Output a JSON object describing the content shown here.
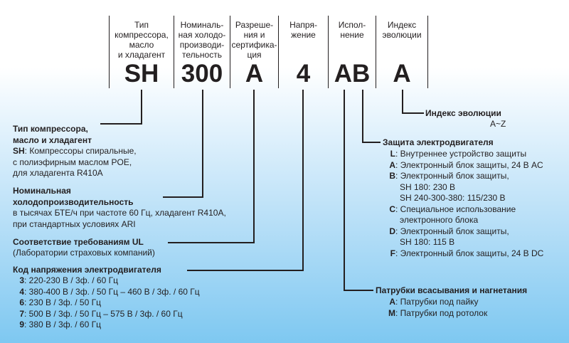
{
  "header": {
    "columns": [
      {
        "label_lines": [
          "Тип",
          "компрессора,",
          "масло",
          "и хладагент"
        ],
        "code": "SH"
      },
      {
        "label_lines": [
          "Номиналь-",
          "ная холодо-",
          "производи-",
          "тельность"
        ],
        "code": "300"
      },
      {
        "label_lines": [
          "Разреше-",
          "ния и",
          "сертифика-",
          "ция"
        ],
        "code": "A"
      },
      {
        "label_lines": [
          "Напря-",
          "жение"
        ],
        "code": "4"
      },
      {
        "label_lines": [
          "Испол-",
          "нение"
        ],
        "code": "AB"
      },
      {
        "label_lines": [
          "Индекс",
          "эволюции"
        ],
        "code": "A"
      }
    ]
  },
  "left": {
    "compressor": {
      "title_lines": [
        "Тип компрессора,",
        "масло и хладагент"
      ],
      "key": "SH",
      "desc_lines": [
        ": Компрессоры спиральные,",
        "с полиэфирным маслом POE,",
        "для хладагента R410A"
      ]
    },
    "capacity": {
      "title_lines": [
        "Номинальная",
        "холодопроизводительность"
      ],
      "desc_lines": [
        "в тысячах БТЕ/ч при частоте 60 Гц, хладагент R410A,",
        "при стандартных условиях ARI"
      ]
    },
    "ul": {
      "title": "Соответствие требованиям UL",
      "desc": "(Лаборатории страховых компаний)"
    },
    "voltage": {
      "title": "Код напряжения электродвигателя",
      "items": [
        {
          "key": "3",
          "text": ": 220-230 В / 3ф. / 60 Гц"
        },
        {
          "key": "4",
          "text": ": 380-400 В / 3ф. / 50 Гц – 460 В / 3ф. / 60 Гц"
        },
        {
          "key": "6",
          "text": ": 230 В / 3ф. / 50 Гц"
        },
        {
          "key": "7",
          "text": ": 500 В / 3ф. / 50 Гц – 575 В / 3ф. / 60 Гц"
        },
        {
          "key": "9",
          "text": ": 380 В / 3ф. / 60 Гц"
        }
      ]
    }
  },
  "right": {
    "evolution": {
      "title": "Индекс эволюции",
      "value": "A~Z"
    },
    "protection": {
      "title": "Защита электродвигателя",
      "items": [
        {
          "key": "L",
          "lines": [
            ": Внутреннее устройство защиты"
          ]
        },
        {
          "key": "A",
          "lines": [
            ": Электронный блок защиты, 24 В AC"
          ]
        },
        {
          "key": "B",
          "lines": [
            ": Электронный блок защиты,",
            "SH 180: 230 В",
            "SH 240-300-380: 115/230 В"
          ]
        },
        {
          "key": "C",
          "lines": [
            ": Специальное использование",
            "электронного блока"
          ]
        },
        {
          "key": "D",
          "lines": [
            ": Электронный блок защиты,",
            "SH 180: 115 В"
          ]
        },
        {
          "key": "F",
          "lines": [
            ": Электронный блок защиты, 24 В DC"
          ]
        }
      ]
    },
    "connections": {
      "title": "Патрубки всасывания и нагнетания",
      "items": [
        {
          "key": "A",
          "text": ": Патрубки под пайку"
        },
        {
          "key": "M",
          "text": ": Патрубки под ротолок"
        }
      ]
    }
  }
}
